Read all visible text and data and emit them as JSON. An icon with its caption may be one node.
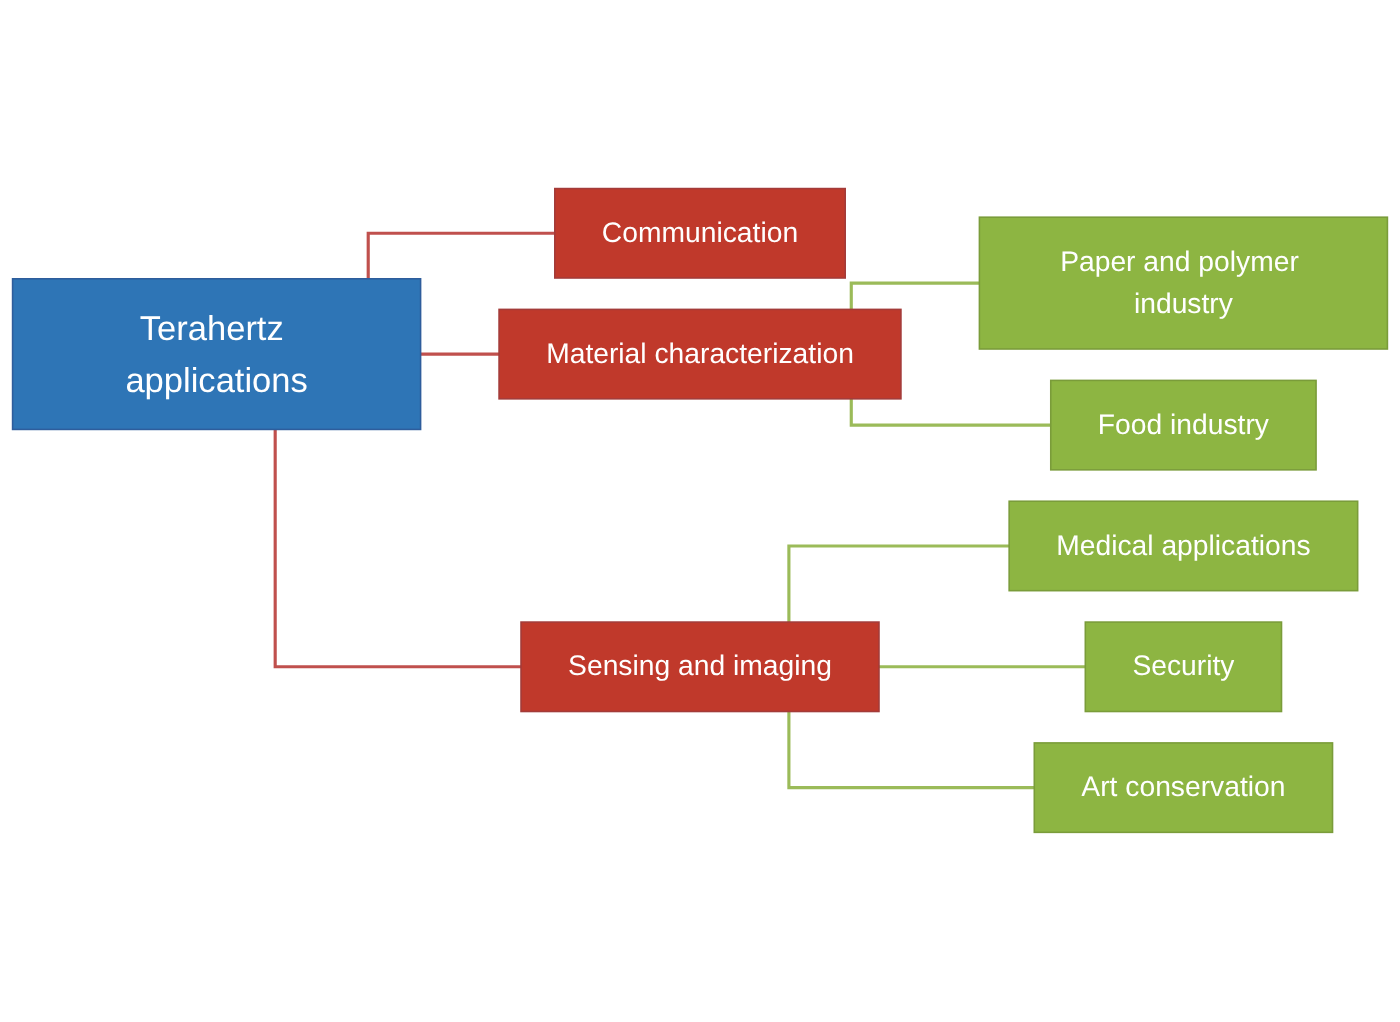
{
  "diagram": {
    "nodes": [
      {
        "text": [
          "Terahertz applications"
        ]
      },
      {
        "text": [
          "Communication"
        ]
      },
      {
        "text": [
          "Material characterization"
        ]
      },
      {
        "text": [
          "Sensing and imaging"
        ]
      },
      {
        "text": [
          "Paper and polymer industry"
        ]
      },
      {
        "text": [
          "Food industry"
        ]
      },
      {
        "text": [
          "Medical applications"
        ]
      },
      {
        "text": [
          "Security"
        ]
      },
      {
        "text": [
          "Art conservation"
        ]
      }
    ],
    "edges": [
      {
        "from": 0,
        "to": 1,
        "arrow": "none",
        "color": "#c0504d"
      },
      {
        "from": 0,
        "to": 2,
        "arrow": "none",
        "color": "#c0504d"
      },
      {
        "from": 0,
        "to": 3,
        "arrow": "none",
        "color": "#c0504d"
      },
      {
        "from": 2,
        "to": 4,
        "arrow": "none"
      },
      {
        "from": 2,
        "to": 5,
        "arrow": "none"
      },
      {
        "from": 3,
        "to": 6,
        "arrow": "none"
      },
      {
        "from": 3,
        "to": 7,
        "arrow": "none"
      },
      {
        "from": 3,
        "to": 8,
        "arrow": "none"
      }
    ]
  }
}
